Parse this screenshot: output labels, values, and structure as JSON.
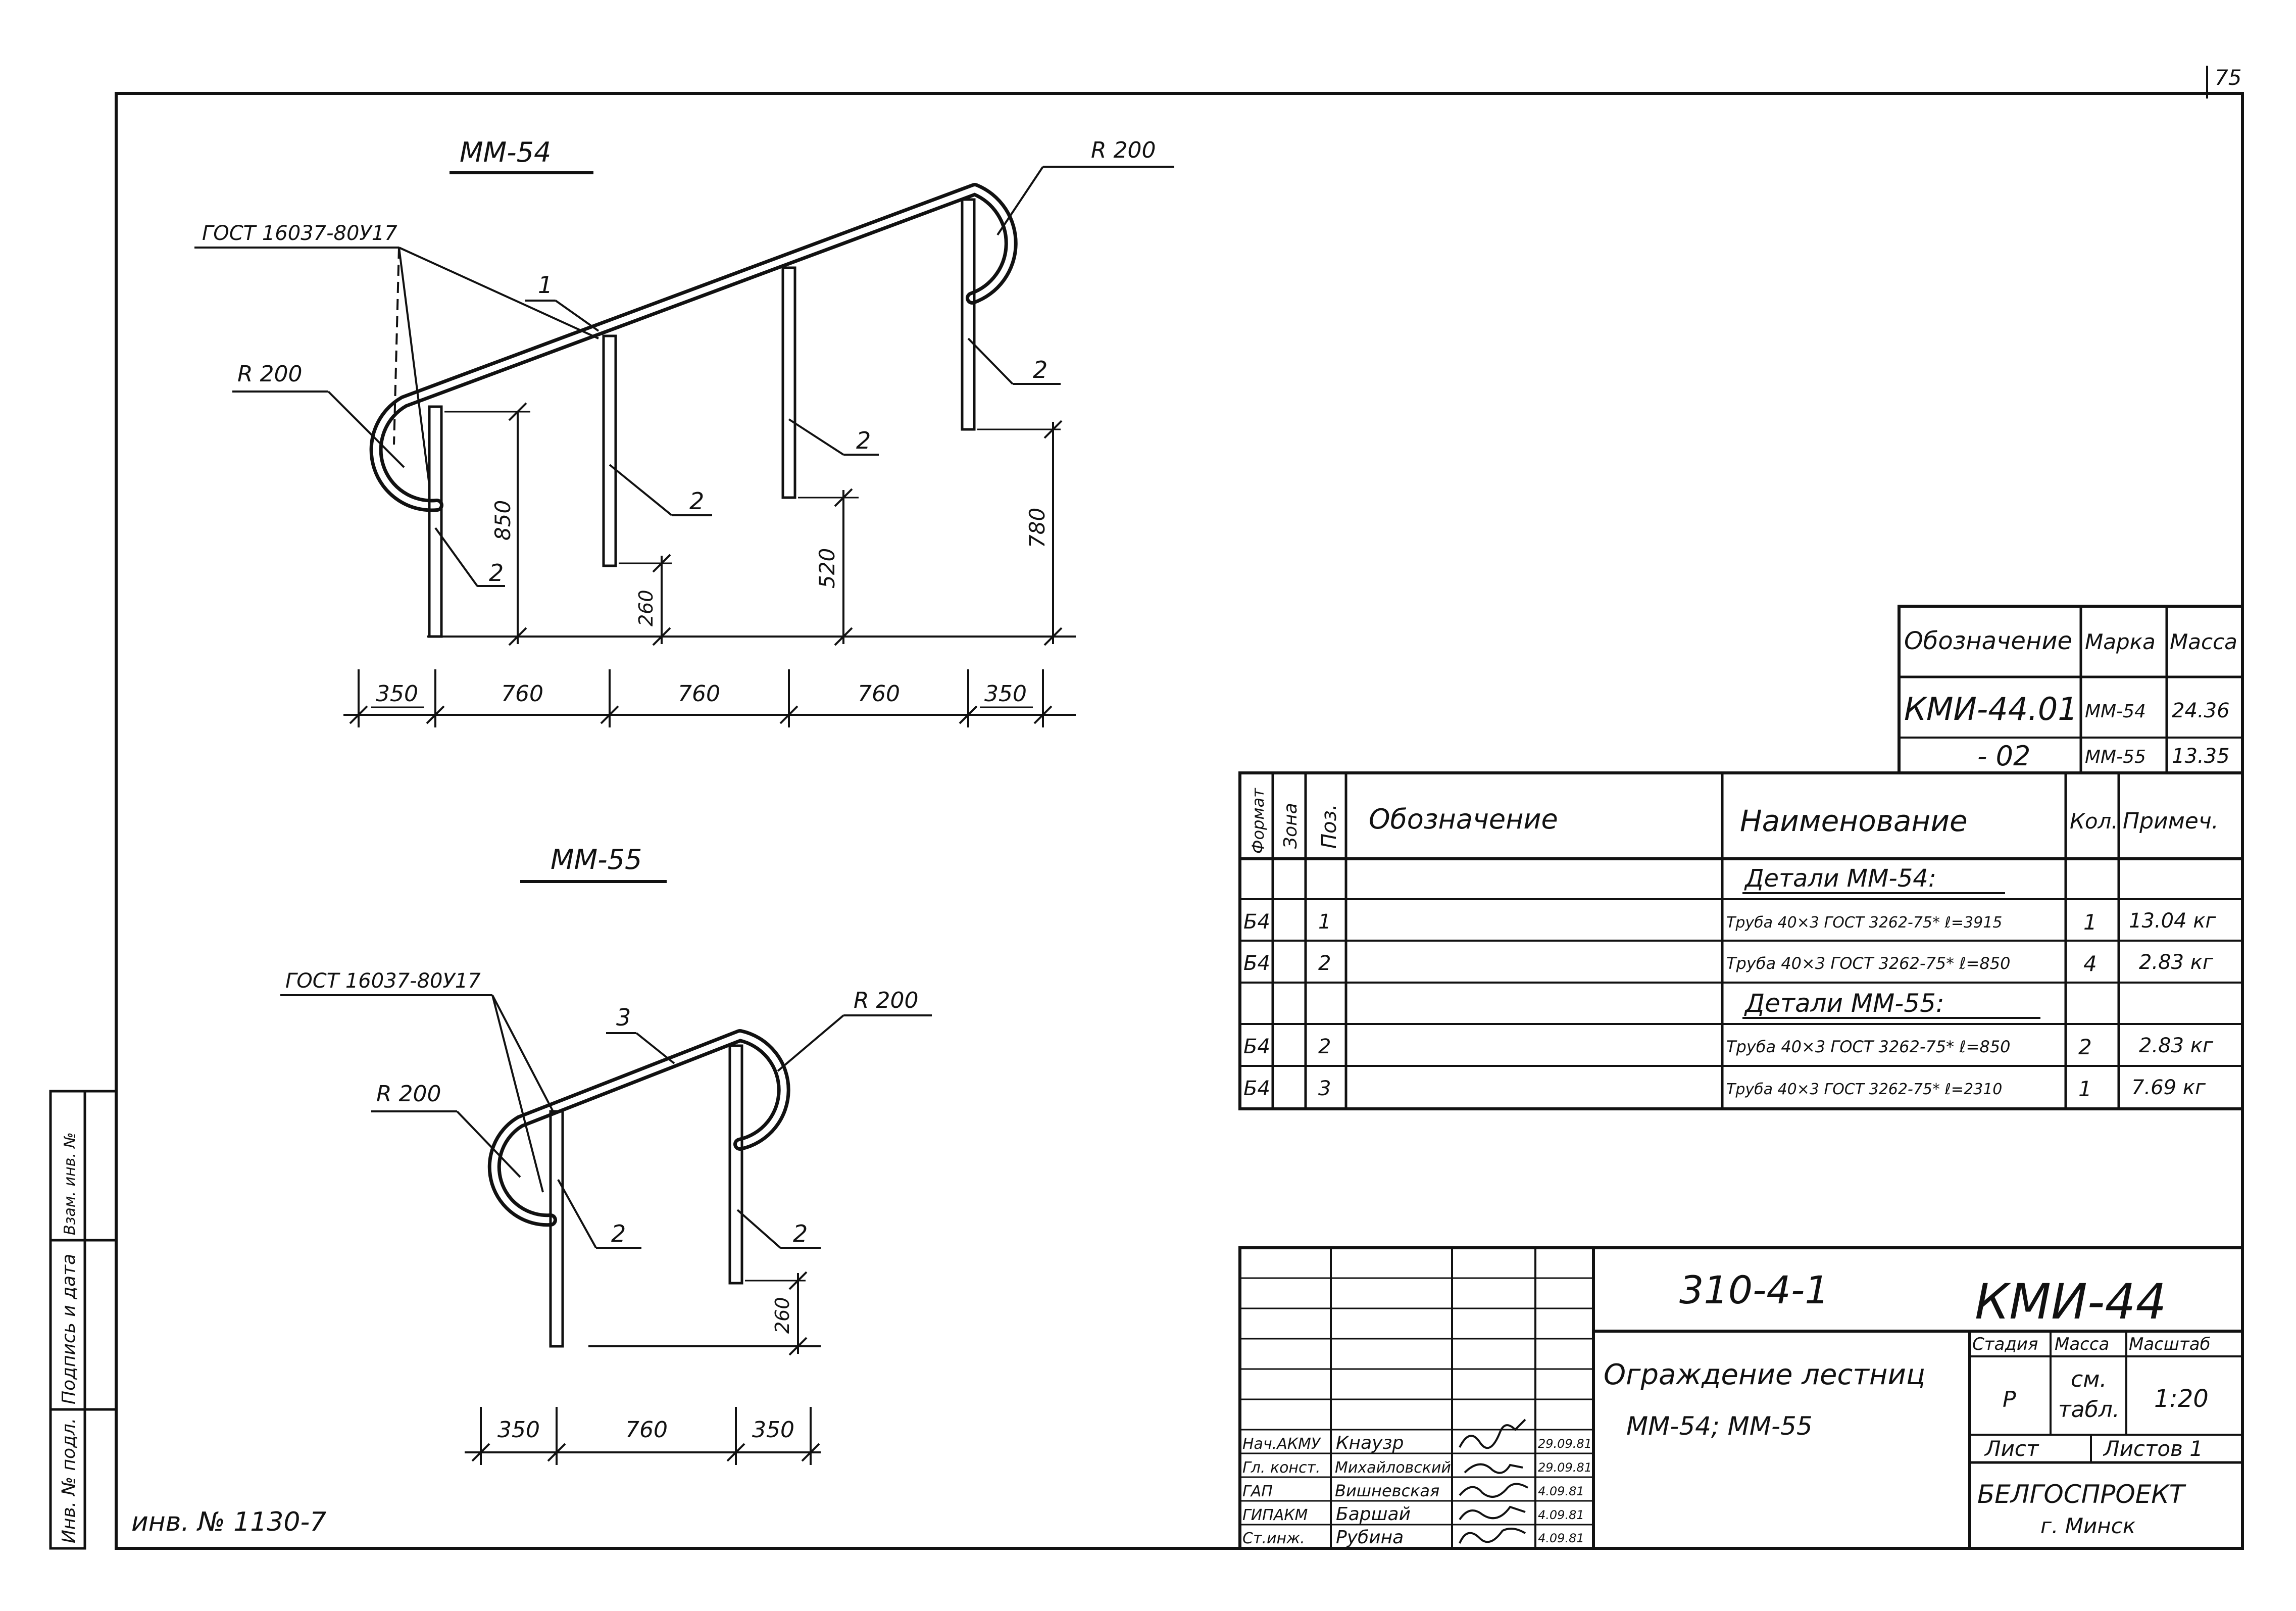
{
  "page_number": "75",
  "inventory": "инв. № 1130-7",
  "side_stamp": {
    "inv_orig": "Инв. № подл.",
    "sign_date": "Подпись и дата",
    "replace_inv": "Взам. инв. №"
  },
  "drawing_mm54": {
    "title": "ММ-54",
    "gost": "ГОСТ 16037-80У17",
    "radius_left": "R 200",
    "radius_right": "R 200",
    "pos_rail": "1",
    "pos_post": "2",
    "dim_h1": "850",
    "dim_h2": "260",
    "dim_h3": "520",
    "dim_h4": "780",
    "dims_bottom": [
      "350",
      "760",
      "760",
      "760",
      "350"
    ]
  },
  "drawing_mm55": {
    "title": "ММ-55",
    "gost": "ГОСТ 16037-80У17",
    "radius_left": "R 200",
    "radius_right": "R 200",
    "pos_rail": "3",
    "pos_post": "2",
    "dim_h1": "260",
    "dims_bottom": [
      "350",
      "760",
      "350"
    ]
  },
  "mark_table": {
    "headers": [
      "Обозначение",
      "Марка",
      "Масса"
    ],
    "rows": [
      [
        "КМИ-44.01",
        "ММ-54",
        "24.36"
      ],
      [
        "- 02",
        "ММ-55",
        "13.35"
      ]
    ]
  },
  "spec_table": {
    "headers": [
      "Формат",
      "Зона",
      "Поз.",
      "Обозначение",
      "Наименование",
      "Кол.",
      "Примеч."
    ],
    "rows": [
      {
        "type": "group",
        "name": "Детали ММ-54:"
      },
      {
        "type": "item",
        "format": "Б4",
        "zone": "",
        "pos": "1",
        "designation": "",
        "name": "Труба 40×3 ГОСТ 3262-75* ℓ=3915",
        "qty": "1",
        "note": "13.04 кг"
      },
      {
        "type": "item",
        "format": "Б4",
        "zone": "",
        "pos": "2",
        "designation": "",
        "name": "Труба 40×3 ГОСТ 3262-75* ℓ=850",
        "qty": "4",
        "note": "2.83 кг"
      },
      {
        "type": "group",
        "name": "Детали ММ-55:"
      },
      {
        "type": "item",
        "format": "Б4",
        "zone": "",
        "pos": "2",
        "designation": "",
        "name": "Труба 40×3 ГОСТ 3262-75* ℓ=850",
        "qty": "2",
        "note": "2.83 кг"
      },
      {
        "type": "item",
        "format": "Б4",
        "zone": "",
        "pos": "3",
        "designation": "",
        "name": "Труба 40×3 ГОСТ 3262-75* ℓ=2310",
        "qty": "1",
        "note": "7.69 кг"
      }
    ]
  },
  "title_block": {
    "project_code": "310-4-1",
    "doc_code": "КМИ-44",
    "title_line1": "Ограждение лестниц",
    "title_line2": "ММ-54; ММ-55",
    "stage_label": "Стадия",
    "mass_label": "Масса",
    "scale_label": "Масштаб",
    "stage": "Р",
    "mass_line1": "см.",
    "mass_line2": "табл.",
    "scale": "1:20",
    "sheet_label": "Лист",
    "sheets_label": "Листов 1",
    "org_line1": "БЕЛГОСПРОЕКТ",
    "org_line2": "г. Минск",
    "signers": [
      {
        "role": "Нач.АКМУ",
        "name": "Кнаузр",
        "date": "29.09.81"
      },
      {
        "role": "Гл. конст.",
        "name": "Михайловский",
        "date": "29.09.81"
      },
      {
        "role": "ГАП",
        "name": "Вишневская",
        "date": "4.09.81"
      },
      {
        "role": "ГИПАКМ",
        "name": "Баршай",
        "date": "4.09.81"
      },
      {
        "role": "Ст.инж.",
        "name": "Рубина",
        "date": "4.09.81"
      }
    ]
  }
}
